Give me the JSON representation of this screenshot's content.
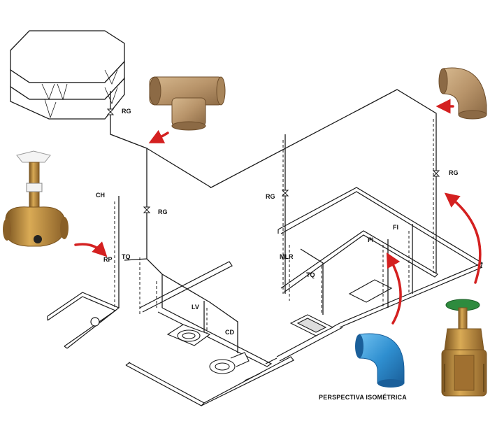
{
  "diagram": {
    "title": "PERSPECTIVA ISOMÉTRICA",
    "labels": {
      "rg_top": "RG",
      "rg_middle": "RG",
      "rg_right": "RG",
      "rg_mlr": "RG",
      "ch": "CH",
      "rp": "RP",
      "tq_left": "TQ",
      "lv": "LV",
      "cd": "CD",
      "mlr": "MLR",
      "tq_right": "TQ",
      "pi": "PI",
      "fi": "FI"
    },
    "colors": {
      "line": "#1a1a1a",
      "arrow": "#d42020",
      "brown_pvc": "#b8946a",
      "blue_fitting": "#2f8fd0",
      "brass": "#c09040",
      "green_handle": "#2e8b3e"
    },
    "icons": [
      "tee-fitting-icon",
      "elbow-fitting-icon",
      "blue-elbow-fitting-icon",
      "globe-valve-icon",
      "gate-valve-icon",
      "red-arrow-icon"
    ]
  }
}
